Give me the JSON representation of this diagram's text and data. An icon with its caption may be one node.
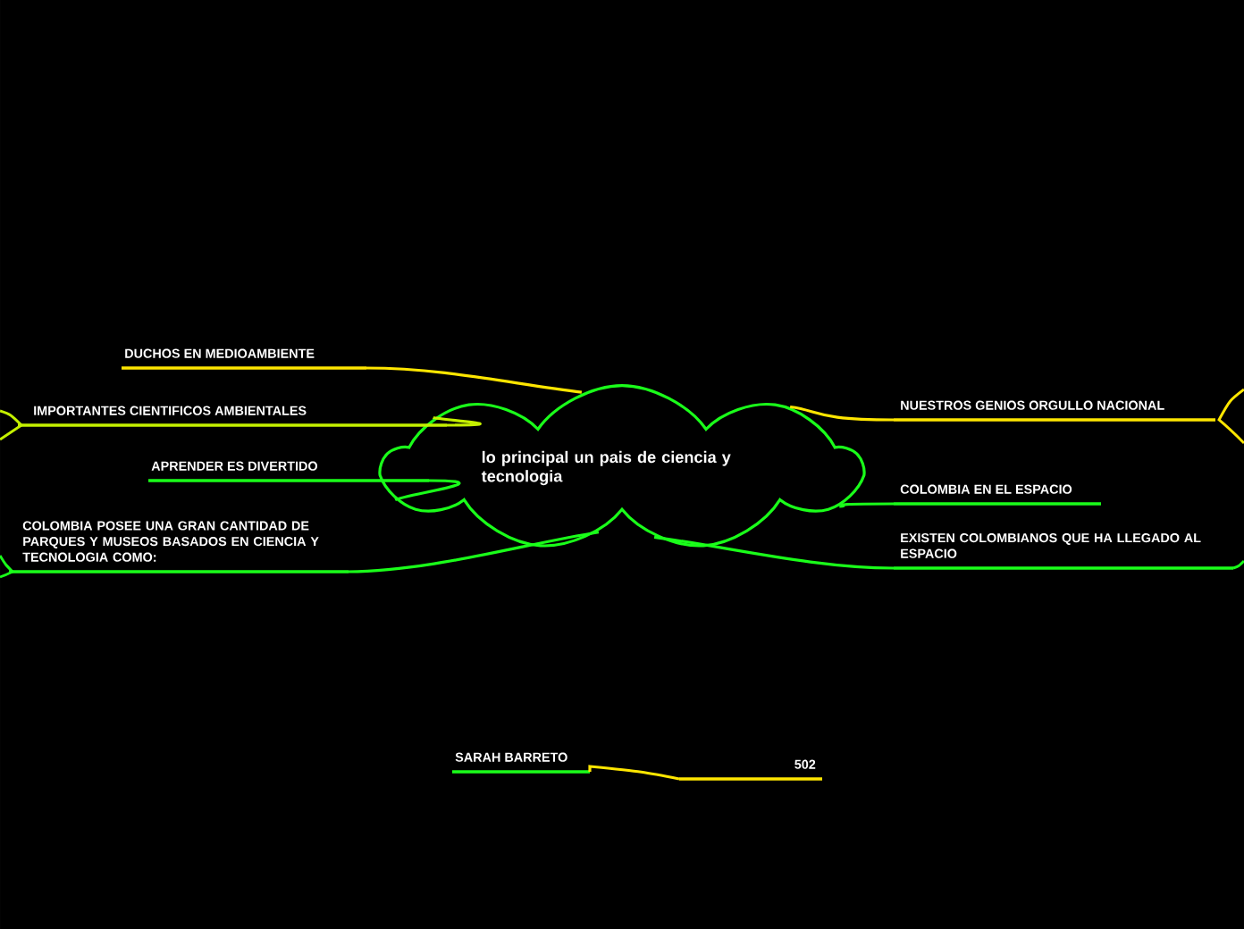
{
  "diagram": {
    "nodes": [
      {
        "text": [
          "lo principal un pais de ciencia y tecnologia"
        ]
      },
      {
        "text": [
          "DUCHOS EN MEDIOAMBIENTE"
        ]
      },
      {
        "text": [
          "IMPORTANTES CIENTIFICOS AMBIENTALES"
        ]
      },
      {
        "text": [
          "APRENDER ES DIVERTIDO"
        ]
      },
      {
        "text": [
          "COLOMBIA POSEE UNA GRAN CANTIDAD DE PARQUES Y MUSEOS BASADOS EN CIENCIA Y TECNOLOGIA COMO:"
        ]
      },
      {
        "text": [
          "NUESTROS GENIOS ORGULLO NACIONAL"
        ]
      },
      {
        "text": [
          "COLOMBIA EN EL ESPACIO"
        ]
      },
      {
        "text": [
          "EXISTEN COLOMBIANOS QUE HA LLEGADO AL ESPACIO"
        ]
      },
      {
        "text": [
          "SARAH BARRETO"
        ]
      },
      {
        "text": [
          "502"
        ]
      }
    ],
    "edges": [
      {
        "from": 0,
        "to": 1,
        "arrow": "none",
        "color": "#ffe600"
      },
      {
        "from": 0,
        "to": 2,
        "arrow": "none",
        "color": "#c4f000"
      },
      {
        "from": 0,
        "to": 3,
        "arrow": "none"
      },
      {
        "from": 0,
        "to": 4,
        "arrow": "none"
      },
      {
        "from": 0,
        "to": 5,
        "arrow": "none",
        "color": "#ffe600"
      },
      {
        "from": 0,
        "to": 6,
        "arrow": "none"
      },
      {
        "from": 0,
        "to": 7,
        "arrow": "none"
      },
      {
        "from": 8,
        "to": 9,
        "arrow": "none",
        "color": "#ffe600"
      }
    ]
  }
}
